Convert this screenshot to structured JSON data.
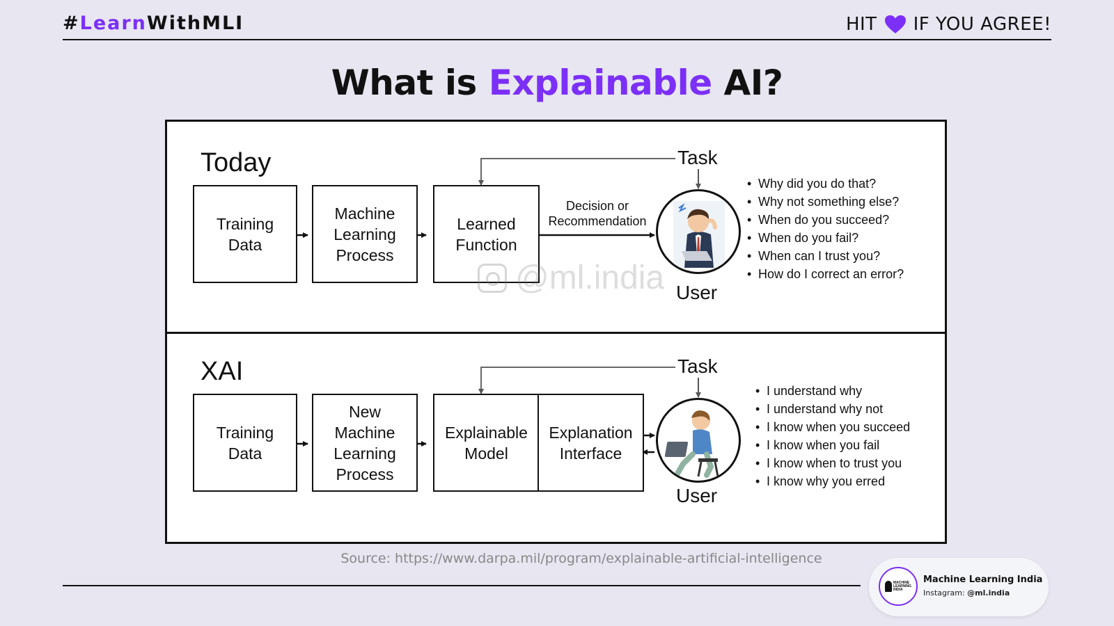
{
  "header": {
    "hashtag_prefix": "#",
    "hashtag_accent": "Learn",
    "hashtag_rest": "WithMLI",
    "agree_left": "HIT",
    "agree_icon": "heart-icon",
    "agree_right": "IF YOU AGREE!"
  },
  "title": {
    "part1": "What is ",
    "accent": "Explainable",
    "part2": " AI?"
  },
  "diagram": {
    "today": {
      "label": "Today",
      "boxes": [
        "Training\nData",
        "Machine\nLearning\nProcess",
        "Learned\nFunction"
      ],
      "arrow_label": "Decision or\nRecommendation",
      "task": "Task",
      "user": "User",
      "questions": [
        "Why did you do that?",
        "Why not something else?",
        "When do you succeed?",
        "When do you fail?",
        "When can I trust you?",
        "How do I correct an error?"
      ]
    },
    "xai": {
      "label": "XAI",
      "boxes": [
        "Training\nData",
        "New\nMachine\nLearning\nProcess",
        "Explainable\nModel",
        "Explanation\nInterface"
      ],
      "task": "Task",
      "user": "User",
      "statements": [
        "I understand why",
        "I understand why not",
        "I know when you succeed",
        "I know when you fail",
        "I know when to trust you",
        "I know why you erred"
      ]
    },
    "watermark": "@ml.india"
  },
  "source": "Source: https://www.darpa.mil/program/explainable-artificial-intelligence",
  "brand": {
    "logo_text": "MACHINE\nLEARNING\nINDIA",
    "name": "Machine Learning India",
    "handle_prefix": "Instagram: ",
    "handle": "@ml.india"
  },
  "colors": {
    "accent": "#7b2ff7",
    "background": "#e7e6f1"
  }
}
